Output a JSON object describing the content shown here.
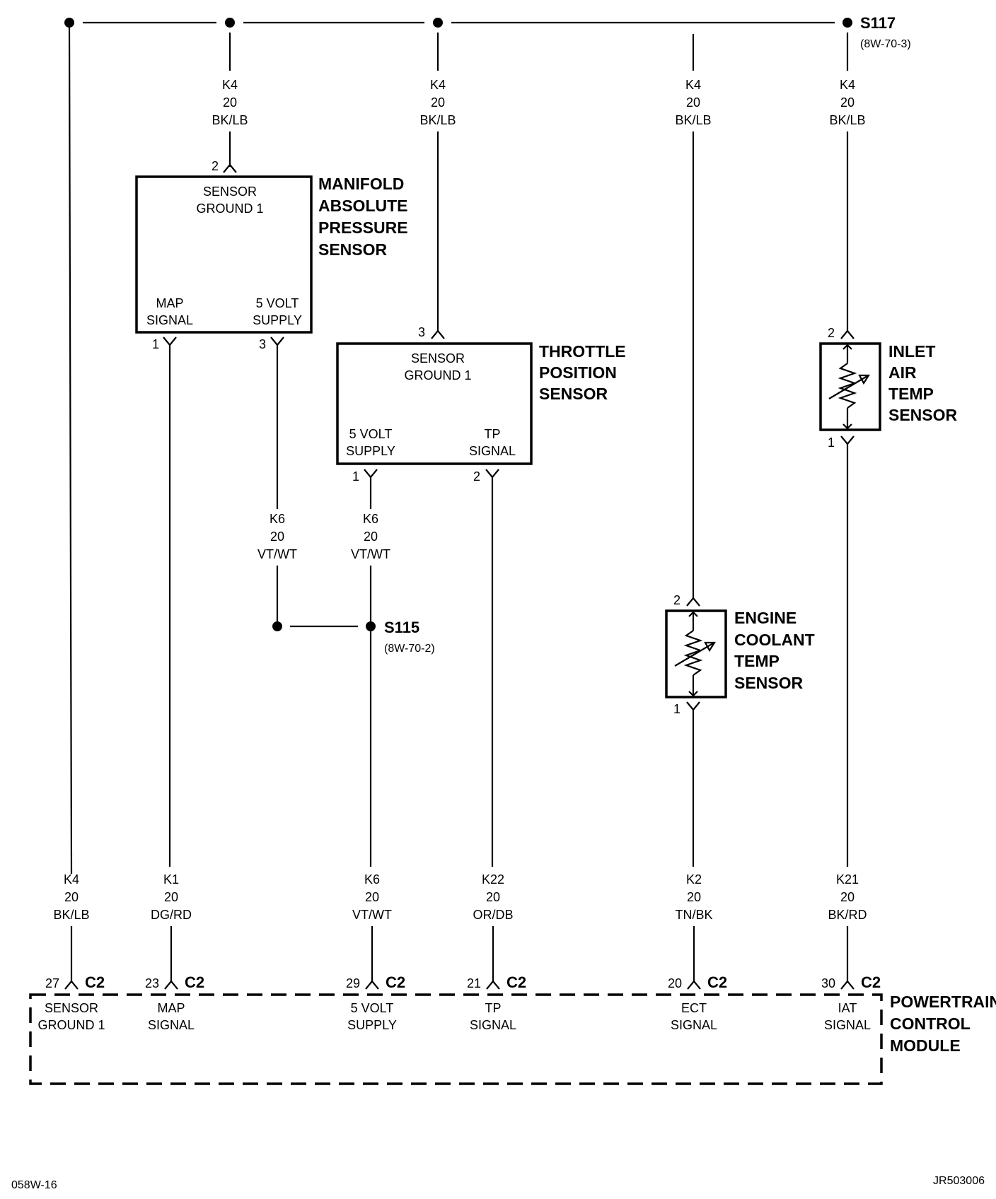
{
  "splices": {
    "s117": {
      "name": "S117",
      "ref": "(8W-70-3)"
    },
    "s115": {
      "name": "S115",
      "ref": "(8W-70-2)"
    }
  },
  "wires": {
    "top_map": {
      "circuit": "K4",
      "gauge": "20",
      "color": "BK/LB"
    },
    "top_tps": {
      "circuit": "K4",
      "gauge": "20",
      "color": "BK/LB"
    },
    "top_ect": {
      "circuit": "K4",
      "gauge": "20",
      "color": "BK/LB"
    },
    "top_iat": {
      "circuit": "K4",
      "gauge": "20",
      "color": "BK/LB"
    },
    "mid_map5v": {
      "circuit": "K6",
      "gauge": "20",
      "color": "VT/WT"
    },
    "mid_tps5v": {
      "circuit": "K6",
      "gauge": "20",
      "color": "VT/WT"
    },
    "bot_gnd": {
      "circuit": "K4",
      "gauge": "20",
      "color": "BK/LB"
    },
    "bot_map": {
      "circuit": "K1",
      "gauge": "20",
      "color": "DG/RD"
    },
    "bot_5v": {
      "circuit": "K6",
      "gauge": "20",
      "color": "VT/WT"
    },
    "bot_tp": {
      "circuit": "K22",
      "gauge": "20",
      "color": "OR/DB"
    },
    "bot_ect": {
      "circuit": "K2",
      "gauge": "20",
      "color": "TN/BK"
    },
    "bot_iat": {
      "circuit": "K21",
      "gauge": "20",
      "color": "BK/RD"
    }
  },
  "map_sensor": {
    "title": [
      "MANIFOLD",
      "ABSOLUTE",
      "PRESSURE",
      "SENSOR"
    ],
    "top_label": [
      "SENSOR",
      "GROUND 1"
    ],
    "left_label": [
      "MAP",
      "SIGNAL"
    ],
    "right_label": [
      "5 VOLT",
      "SUPPLY"
    ],
    "pin_top": "2",
    "pin_left": "1",
    "pin_right": "3"
  },
  "tps_sensor": {
    "title": [
      "THROTTLE",
      "POSITION",
      "SENSOR"
    ],
    "top_label": [
      "SENSOR",
      "GROUND 1"
    ],
    "left_label": [
      "5 VOLT",
      "SUPPLY"
    ],
    "right_label": [
      "TP",
      "SIGNAL"
    ],
    "pin_top": "3",
    "pin_left": "1",
    "pin_right": "2"
  },
  "iat_sensor": {
    "title": [
      "INLET",
      "AIR",
      "TEMP",
      "SENSOR"
    ],
    "pin_top": "2",
    "pin_bottom": "1"
  },
  "ect_sensor": {
    "title": [
      "ENGINE",
      "COOLANT",
      "TEMP",
      "SENSOR"
    ],
    "pin_top": "2",
    "pin_bottom": "1"
  },
  "pcm": {
    "title": [
      "POWERTRAIN",
      "CONTROL",
      "MODULE"
    ],
    "connector": "C2",
    "pins": [
      {
        "num": "27",
        "label": [
          "SENSOR",
          "GROUND 1"
        ]
      },
      {
        "num": "23",
        "label": [
          "MAP",
          "SIGNAL"
        ]
      },
      {
        "num": "29",
        "label": [
          "5 VOLT",
          "SUPPLY"
        ]
      },
      {
        "num": "21",
        "label": [
          "TP",
          "SIGNAL"
        ]
      },
      {
        "num": "20",
        "label": [
          "ECT",
          "SIGNAL"
        ]
      },
      {
        "num": "30",
        "label": [
          "IAT",
          "SIGNAL"
        ]
      }
    ]
  },
  "footer": {
    "left": "058W-16",
    "right": "JR503006"
  }
}
